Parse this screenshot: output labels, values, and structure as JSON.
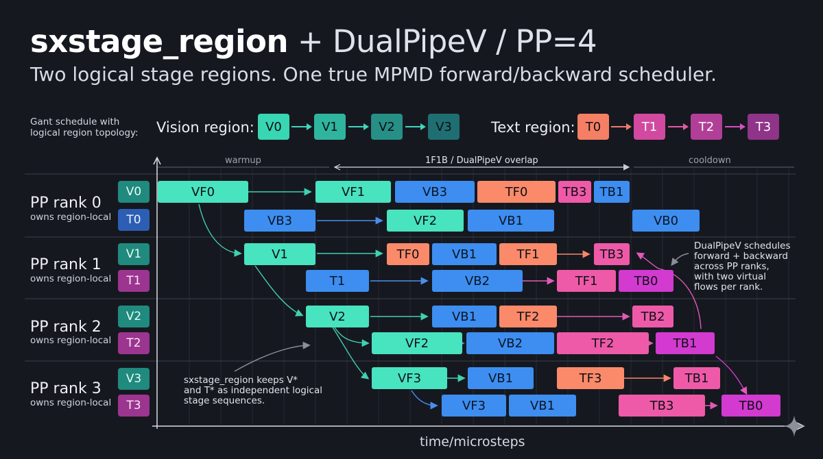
{
  "title": {
    "bold": "sxstage_region",
    "rest": " + DualPipeV / PP=4"
  },
  "subtitle": "Two logical stage regions. One true MPMD forward/backward scheduler.",
  "topology": {
    "caption_line1": "Gant schedule with",
    "caption_line2": "logical region topology:",
    "vision_label": "Vision region:",
    "vision_stages": [
      "V0",
      "V1",
      "V2",
      "V3"
    ],
    "text_label": "Text region:",
    "text_stages": [
      "T0",
      "T1",
      "T2",
      "T3"
    ]
  },
  "phases": {
    "warmup": "warmup",
    "overlap": "1F1B / DualPipeV overlap",
    "cooldown": "cooldown"
  },
  "ranks": [
    {
      "title": "PP rank 0",
      "subtitle": "owns region-local",
      "vision": "V0",
      "text": "T0"
    },
    {
      "title": "PP rank 1",
      "subtitle": "owns region-local",
      "vision": "V1",
      "text": "T1"
    },
    {
      "title": "PP rank 2",
      "subtitle": "owns region-local",
      "vision": "V2",
      "text": "T2"
    },
    {
      "title": "PP rank 3",
      "subtitle": "owns region-local",
      "vision": "V3",
      "text": "T3"
    }
  ],
  "gantt": {
    "rows": [
      [
        {
          "label": "VF0",
          "kind": "v",
          "start": 0,
          "end": 132
        },
        {
          "label": "VF1",
          "kind": "v",
          "start": 230,
          "end": 340
        },
        {
          "label": "VB3",
          "kind": "vb",
          "start": 346,
          "end": 462
        },
        {
          "label": "TF0",
          "kind": "tf",
          "start": 466,
          "end": 580
        },
        {
          "label": "TB3",
          "kind": "tb",
          "start": 584,
          "end": 632
        },
        {
          "label": "TB1",
          "kind": "vb",
          "start": 636,
          "end": 688
        }
      ],
      [
        {
          "label": "VB3",
          "kind": "vb",
          "start": 126,
          "end": 230
        },
        {
          "label": "VF2",
          "kind": "v",
          "start": 334,
          "end": 446
        },
        {
          "label": "VB1",
          "kind": "vb",
          "start": 452,
          "end": 578
        },
        {
          "label": "VB0",
          "kind": "vb",
          "start": 692,
          "end": 790
        }
      ],
      [
        {
          "label": "V1",
          "kind": "v",
          "start": 126,
          "end": 230
        },
        {
          "label": "TF0",
          "kind": "tf",
          "start": 334,
          "end": 396
        },
        {
          "label": "VB1",
          "kind": "vb",
          "start": 400,
          "end": 494
        },
        {
          "label": "TF1",
          "kind": "tf",
          "start": 498,
          "end": 582
        },
        {
          "label": "TB3",
          "kind": "tb",
          "start": 636,
          "end": 688
        }
      ],
      [
        {
          "label": "T1",
          "kind": "vb",
          "start": 216,
          "end": 308
        },
        {
          "label": "VB2",
          "kind": "vb",
          "start": 400,
          "end": 532
        },
        {
          "label": "TF1",
          "kind": "tb",
          "start": 582,
          "end": 668
        },
        {
          "label": "TB0",
          "kind": "tbm",
          "start": 672,
          "end": 752
        }
      ],
      [
        {
          "label": "V2",
          "kind": "v",
          "start": 216,
          "end": 308
        },
        {
          "label": "VB1",
          "kind": "vb",
          "start": 400,
          "end": 494
        },
        {
          "label": "TF2",
          "kind": "tf",
          "start": 498,
          "end": 582
        },
        {
          "label": "TB2",
          "kind": "tb",
          "start": 692,
          "end": 752
        }
      ],
      [
        {
          "label": "VF2",
          "kind": "v",
          "start": 312,
          "end": 444
        },
        {
          "label": "VB2",
          "kind": "vb",
          "start": 450,
          "end": 578
        },
        {
          "label": "TF2",
          "kind": "tb",
          "start": 582,
          "end": 716
        },
        {
          "label": "TB1",
          "kind": "tbm",
          "start": 726,
          "end": 812
        }
      ],
      [
        {
          "label": "VF3",
          "kind": "v",
          "start": 312,
          "end": 422
        },
        {
          "label": "VB1",
          "kind": "vb",
          "start": 452,
          "end": 548
        },
        {
          "label": "TF3",
          "kind": "tf",
          "start": 582,
          "end": 680
        },
        {
          "label": "TB1",
          "kind": "tb",
          "start": 752,
          "end": 820
        }
      ],
      [
        {
          "label": "VF3",
          "kind": "vb",
          "start": 414,
          "end": 508
        },
        {
          "label": "VB1",
          "kind": "vb",
          "start": 512,
          "end": 610
        },
        {
          "label": "TB3",
          "kind": "tb",
          "start": 672,
          "end": 798
        },
        {
          "label": "TB0",
          "kind": "tbm",
          "start": 822,
          "end": 908
        }
      ]
    ]
  },
  "notes": {
    "left": [
      "sxstage_region keeps V*",
      "and T* as independent logical",
      "stage sequences."
    ],
    "right": [
      "DualPipeV schedules",
      "forward + backward",
      "across PP ranks,",
      "with two virtual",
      "flows per rank."
    ]
  },
  "xlabel": "time/microsteps",
  "colors": {
    "background": "#161820",
    "vision_forward": "#48e3bf",
    "vision_backward": "#3d8ef0",
    "text_forward": "#fb8a6a",
    "text_backward": "#ee5aa8",
    "text_backward_deep": "#d23ad0",
    "chip_v0": "#38d6b3",
    "chip_v1": "#2fb59e",
    "chip_v2": "#268f86",
    "chip_v3": "#1f6f72",
    "chip_t0": "#f57f64",
    "chip_t1": "#d24aa0",
    "chip_t2": "#b13f97",
    "chip_t3": "#8f3488",
    "rank_chip_v": "#1f8a7d",
    "rank_chip_t": "#9b3590",
    "rank0_t": "#2c5fb3"
  }
}
